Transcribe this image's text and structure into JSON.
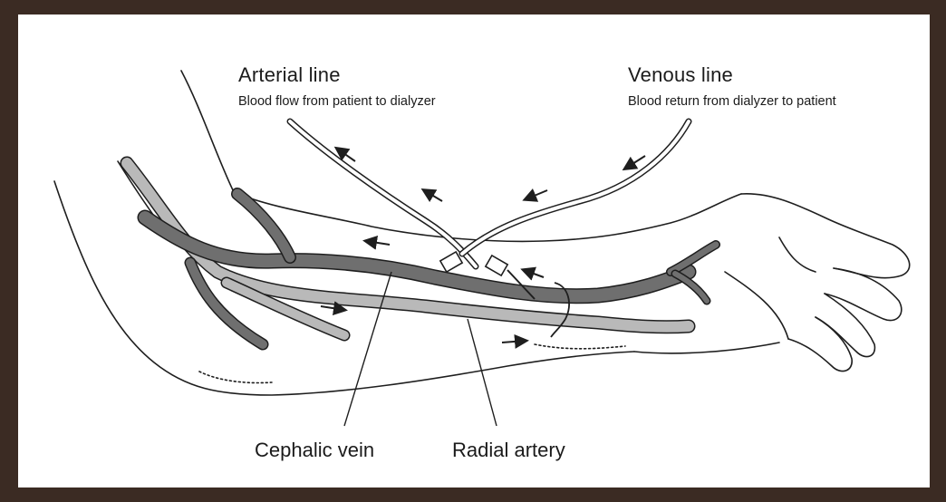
{
  "labels": {
    "arterial_title": "Arterial line",
    "arterial_sub": "Blood flow from patient to dialyzer",
    "venous_title": "Venous line",
    "venous_sub": "Blood return from dialyzer to patient",
    "cephalic": "Cephalic vein",
    "radial": "Radial artery"
  },
  "colors": {
    "frame": "#3b2b23",
    "background": "#ffffff",
    "vein": "#6f6f6f",
    "artery": "#b9b9b9",
    "line": "#1e1e1e"
  }
}
